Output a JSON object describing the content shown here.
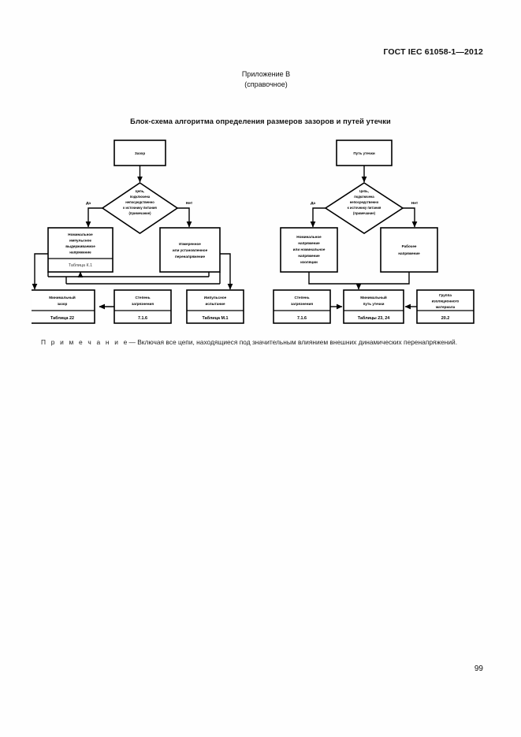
{
  "header": {
    "standard_title": "ГОСТ IEC 61058-1—2012"
  },
  "annex": {
    "line1": "Приложение В",
    "line2": "(справочное)"
  },
  "figure": {
    "title": "Блок-схема алгоритма определения размеров зазоров и путей утечки"
  },
  "note": {
    "lead": "П р и м е ч а н и е",
    "dash": "—",
    "text": "Включая все цепи, находящиеся под значительным влиянием внешних динамических перенапряжений."
  },
  "page": {
    "number": "99"
  },
  "flowchart": {
    "left": {
      "start": "Зазор",
      "decision": {
        "line1": "Цепь,",
        "line2": "подключена",
        "line3": "непосредственно",
        "line4": "к источнику питания",
        "line5": "(примечание)"
      },
      "branch_yes": "Да",
      "branch_no": "Нет",
      "yes_box": {
        "line1": "Номинальное",
        "line2": "импульсное",
        "line3": "выдерживаемое",
        "line4": "напряжение",
        "ref": "Таблица К.1"
      },
      "no_box": {
        "line1": "Измеренное",
        "line2": "или установленное",
        "line3": "перенапряжение"
      },
      "result_left": {
        "line1": "Минимальный",
        "line2": "зазор",
        "ref": "Таблица 22"
      },
      "result_mid": {
        "line1": "Степень",
        "line2": "загрязнения",
        "ref": "7.1.6"
      },
      "result_right": {
        "line1": "Импульсное",
        "line2": "испытание",
        "ref": "Таблица М.1"
      }
    },
    "right": {
      "start": "Путь утечки",
      "decision": {
        "line1": "Цепь,",
        "line2": "подключена",
        "line3": "непосредственно",
        "line4": "к источнику питания",
        "line5": "(примечание)"
      },
      "branch_yes": "Да",
      "branch_no": "Нет",
      "yes_box": {
        "line1": "Номинальное",
        "line2": "напряжение",
        "line3": "или номинальное",
        "line4": "напряжение",
        "line5": "изоляции"
      },
      "no_box": {
        "line1": "Рабочее",
        "line2": "напряжение"
      },
      "result_left": {
        "line1": "Степень",
        "line2": "загрязнения",
        "ref": "7.1.6"
      },
      "result_mid": {
        "line1": "Минимальный",
        "line2": "путь утечки",
        "ref": "Таблицы 23, 24"
      },
      "result_right": {
        "line1": "Группа",
        "line2": "изоляционного",
        "line3": "материала",
        "ref": "20.2"
      }
    }
  }
}
